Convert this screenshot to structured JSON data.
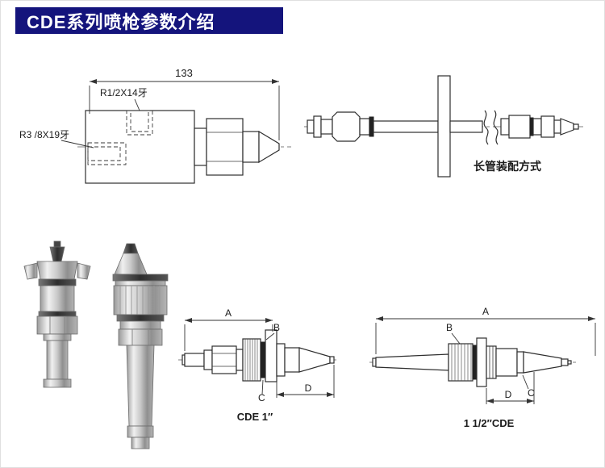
{
  "page": {
    "title": "CDE系列喷枪参数介绍",
    "banner_color": "#14147c"
  },
  "cross_section": {
    "dim_length": "133",
    "thread_top_label": "R1/2X14牙",
    "thread_side_label": "R3 /8X19牙"
  },
  "assembly": {
    "caption": "长管装配方式"
  },
  "cde_1in": {
    "caption": "CDE 1″",
    "dim_a": "A",
    "dim_b": "B",
    "dim_c": "C",
    "dim_d": "D"
  },
  "cde_1_5in": {
    "caption": "1 1/2″CDE",
    "dim_a": "A",
    "dim_b": "B",
    "dim_c": "C",
    "dim_d": "D"
  }
}
